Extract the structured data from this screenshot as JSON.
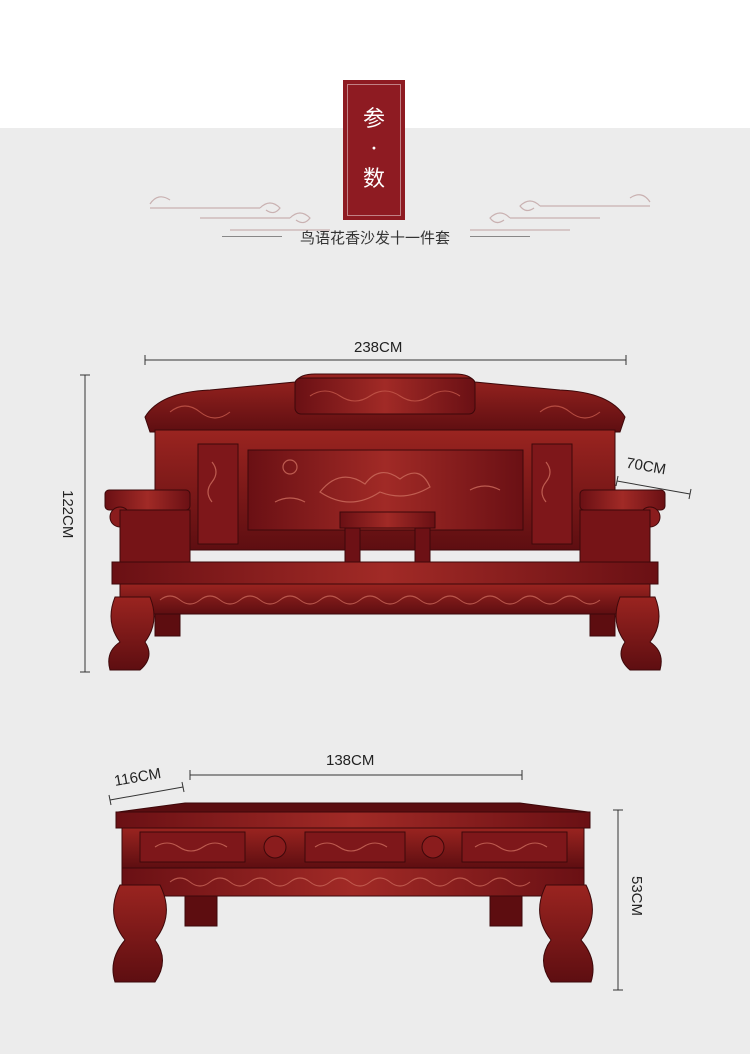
{
  "header": {
    "badge_line1": "参",
    "badge_dot": "·",
    "badge_line2": "数",
    "subtitle": "鸟语花香沙发十一件套"
  },
  "sofa": {
    "width_label": "238CM",
    "height_label": "122CM",
    "depth_label": "70CM"
  },
  "table": {
    "width_label": "138CM",
    "depth_label": "116CM",
    "height_label": "53CM"
  },
  "colors": {
    "badge": "#8e1b22",
    "wood": "#7a1418",
    "wood_dark": "#4a0a0d",
    "wood_light": "#a8302c",
    "background": "#ececec"
  }
}
